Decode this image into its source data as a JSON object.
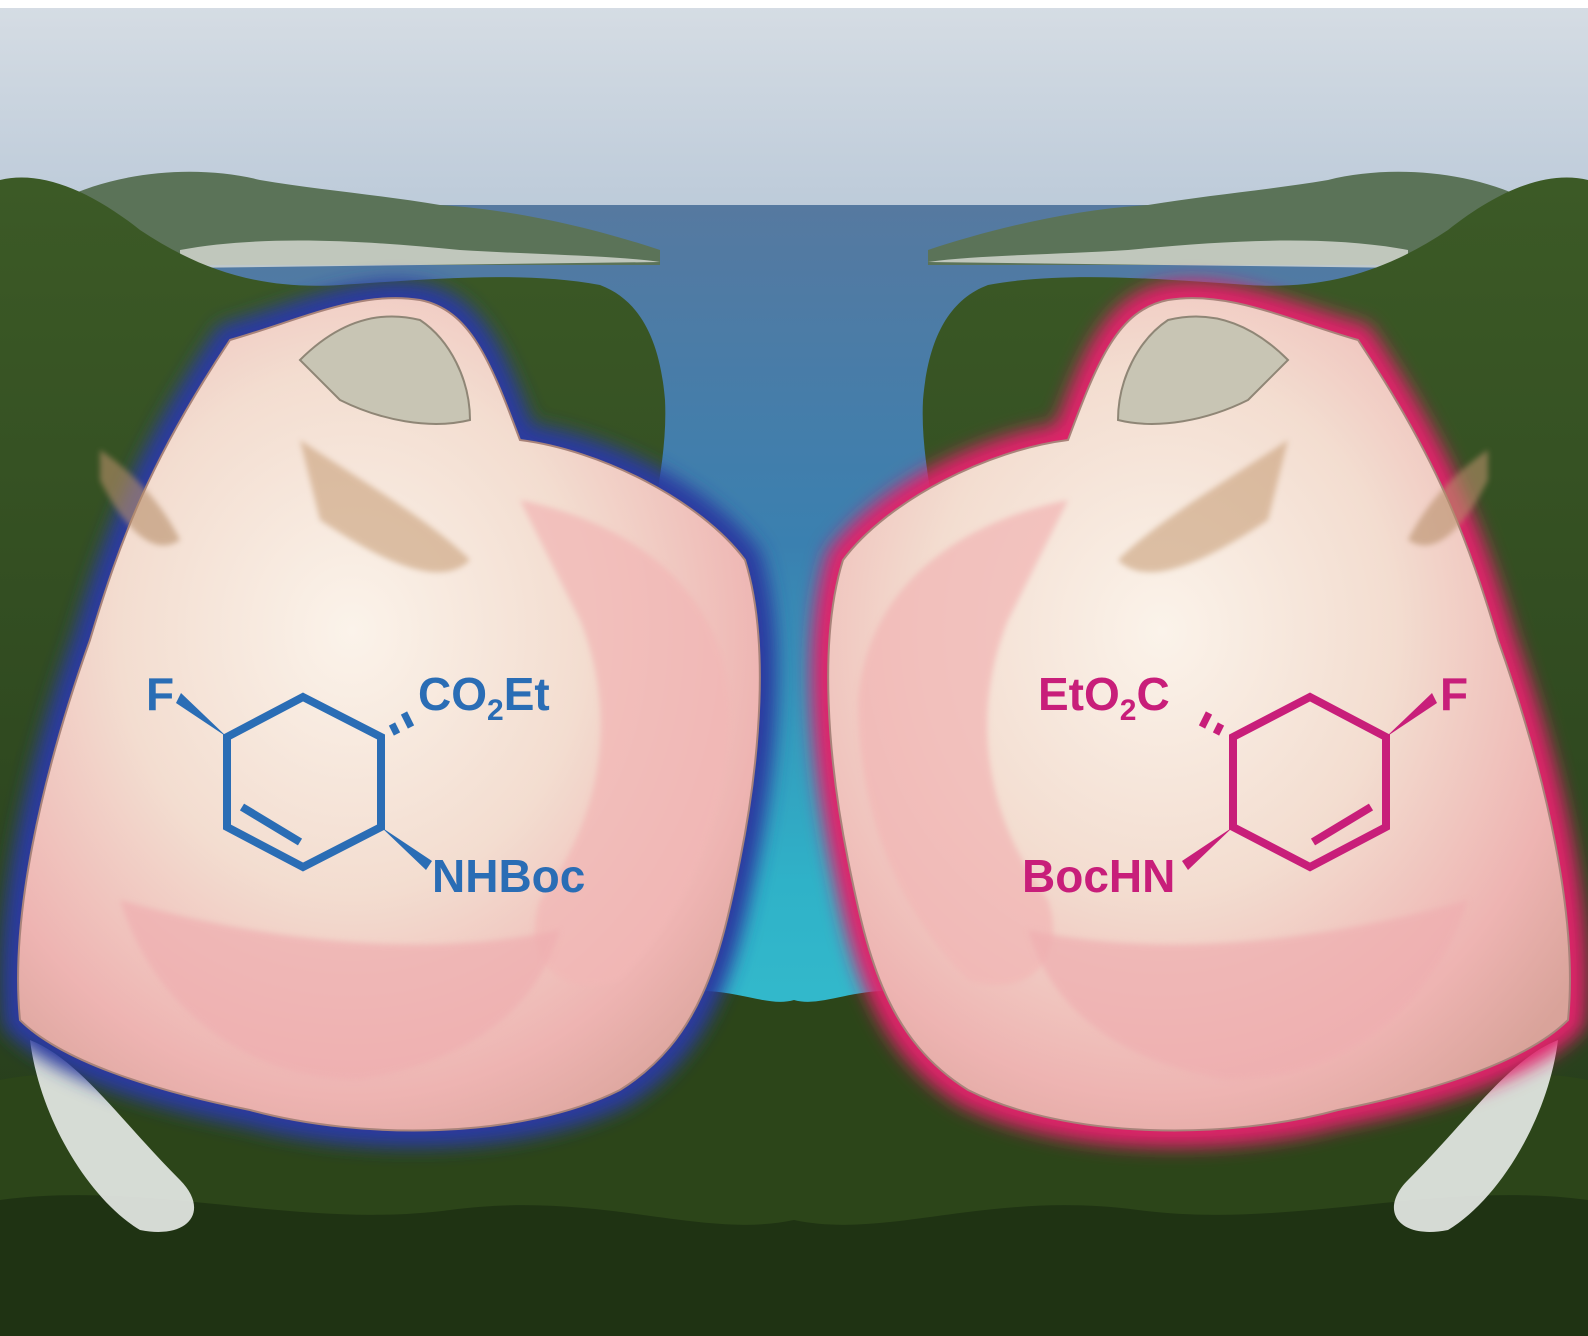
{
  "scene": {
    "description_icons": [
      "shell-icon",
      "island-icon",
      "sea-icon",
      "forest-icon"
    ],
    "colors": {
      "sky_top": "#c9d4de",
      "sky_bottom": "#b7c7d8",
      "sea_far": "#4d6f97",
      "sea_near": "#33c2cf",
      "forest": "#2f4a1e",
      "forest_light": "#4f6e2c",
      "shell_white": "#f1e6d9",
      "shell_pink": "#f0b8b4",
      "shell_tan": "#c9a07a",
      "blue_glow": "#2a3aa0",
      "pink_glow": "#e0206a",
      "blue_formula": "#2a6db5",
      "pink_formula": "#c81e7a"
    }
  },
  "left_molecule": {
    "f": "F",
    "ester_prefix": "CO",
    "ester_sub": "2",
    "ester_suffix": "Et",
    "amine": "NHBoc"
  },
  "right_molecule": {
    "ester_prefix": "EtO",
    "ester_sub": "2",
    "ester_suffix": "C",
    "f": "F",
    "amine": "BocHN"
  }
}
